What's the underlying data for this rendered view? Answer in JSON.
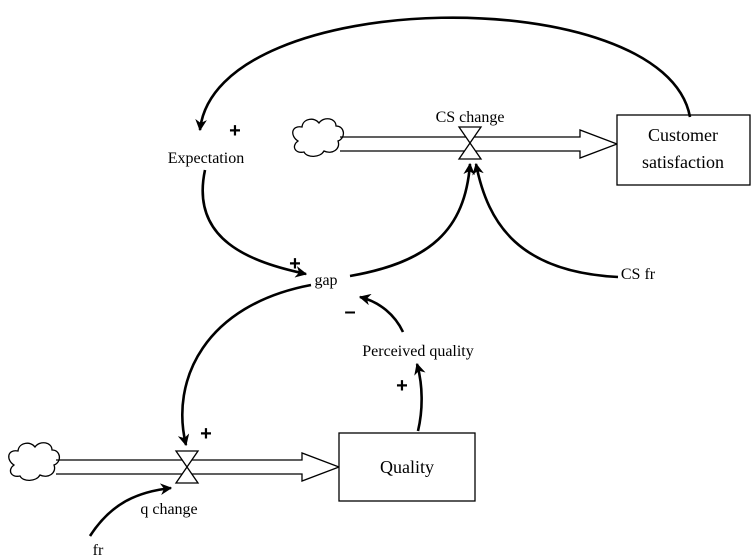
{
  "stocks": {
    "customer_satisfaction": {
      "line1": "Customer",
      "line2": "satisfaction"
    },
    "quality": {
      "label": "Quality"
    }
  },
  "flows": {
    "cs_change": {
      "label": "CS change"
    },
    "q_change": {
      "label": "q change"
    }
  },
  "variables": {
    "expectation": "Expectation",
    "gap": "gap",
    "perceived_quality": "Perceived quality",
    "cs_fr": "CS fr",
    "fr": "fr"
  },
  "polarities": {
    "expectation": "+",
    "gap_from_expectation": "+",
    "gap_from_perceived_quality": "–",
    "perceived_quality": "+",
    "q_change": "+"
  },
  "icons": [
    "cloud-source-icon",
    "valve-icon",
    "arrowhead-icon"
  ],
  "colors": {
    "ink": "#000000",
    "background": "#ffffff"
  }
}
